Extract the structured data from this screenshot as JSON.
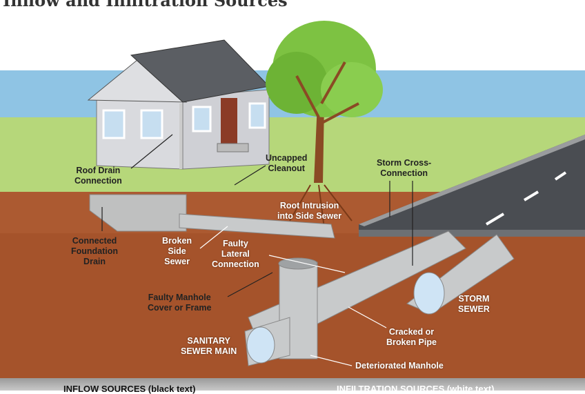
{
  "title": "Inflow and Infiltration Sources",
  "labels": {
    "roof_drain": "Roof Drain\nConnection",
    "uncapped": "Uncapped\nCleanout",
    "storm_cross": "Storm Cross-\nConnection",
    "root": "Root Intrusion\ninto Side Sewer",
    "foundation": "Connected\nFoundation\nDrain",
    "broken_side": "Broken\nSide\nSewer",
    "faulty_lateral": "Faulty\nLateral\nConnection",
    "manhole_cover": "Faulty Manhole\nCover or Frame",
    "storm_sewer": "STORM\nSEWER",
    "cracked": "Cracked or\nBroken Pipe",
    "sanitary": "SANITARY\nSEWER MAIN",
    "deteriorated": "Deteriorated Manhole"
  },
  "legend": {
    "inflow": "INFLOW SOURCES (black text)",
    "infiltration": "INFILTRATION SOURCES (white text)"
  },
  "colors": {
    "sky": "#8fc4e4",
    "grass": "#b6d77a",
    "soil": "#a5532b",
    "road": "#4a4d52"
  }
}
